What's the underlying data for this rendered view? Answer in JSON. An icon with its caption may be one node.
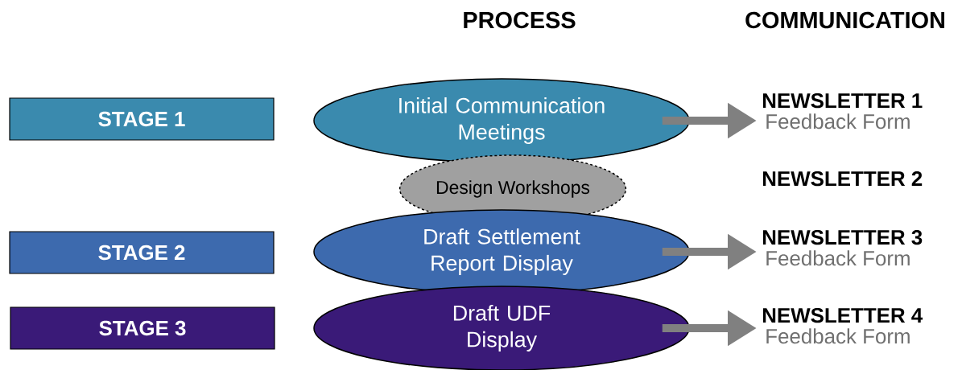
{
  "diagram": {
    "nodes": [
      {
        "text": [
          "STAGE 1"
        ]
      },
      {
        "text": [
          "Initial Communication Meetings"
        ]
      },
      {
        "text": [
          "NEWSLETTER 1",
          "Feedback Form"
        ]
      },
      {
        "text": [
          "Design Workshops"
        ]
      },
      {
        "text": [
          "NEWSLETTER 2"
        ]
      },
      {
        "text": [
          "STAGE 2"
        ]
      },
      {
        "text": [
          "Draft Settlement Report Display"
        ]
      },
      {
        "text": [
          "NEWSLETTER 3",
          "Feedback Form"
        ]
      },
      {
        "text": [
          "STAGE 3"
        ]
      },
      {
        "text": [
          "Draft UDF Display"
        ]
      },
      {
        "text": [
          "NEWSLETTER 4",
          "Feedback Form"
        ]
      }
    ],
    "edges": [
      {
        "from": 1,
        "to": 2,
        "arrow": "to"
      },
      {
        "from": 6,
        "to": 7,
        "arrow": "to"
      },
      {
        "from": 9,
        "to": 10,
        "arrow": "to"
      }
    ],
    "labels": [
      "PROCESS",
      "COMMUNICATION"
    ]
  }
}
